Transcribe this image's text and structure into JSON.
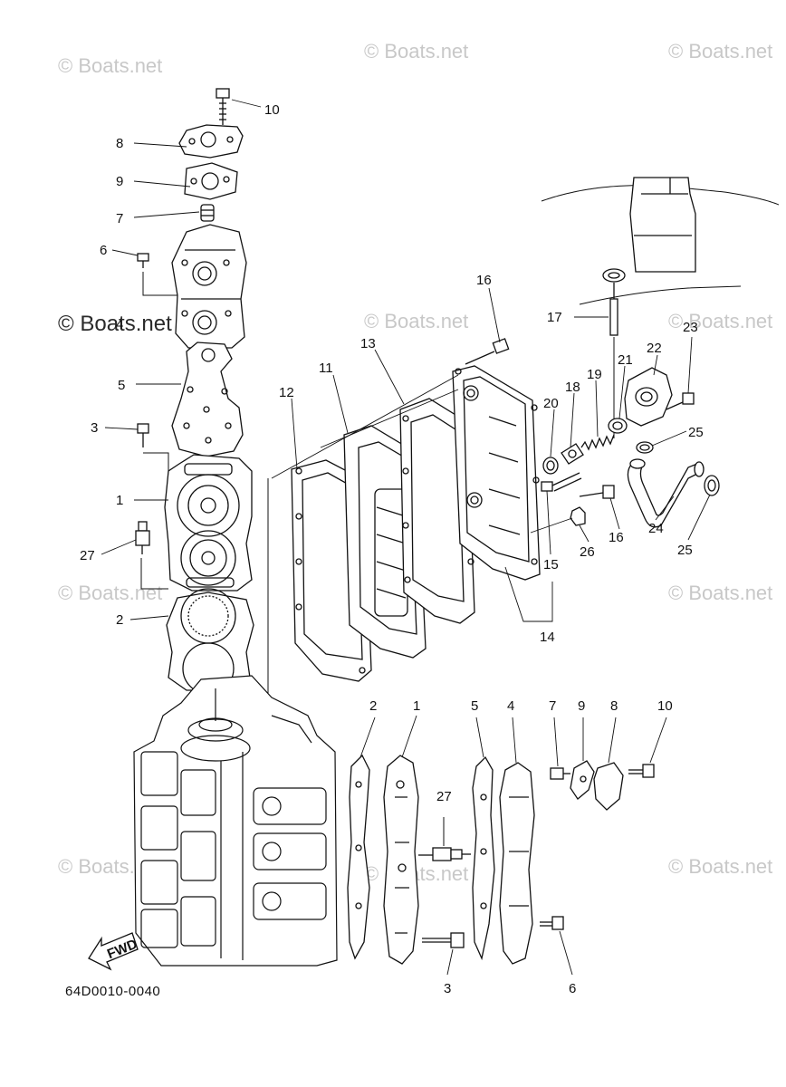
{
  "watermark": {
    "text": "© Boats.net"
  },
  "diagram_code": "64D0010-0040",
  "fwd_label": "FWD",
  "callouts": {
    "c10a": "10",
    "c8a": "8",
    "c9a": "9",
    "c7a": "7",
    "c6a": "6",
    "c4a": "4",
    "c5a": "5",
    "c3a": "3",
    "c1a": "1",
    "c27a": "27",
    "c2a": "2",
    "c12": "12",
    "c11": "11",
    "c13": "13",
    "c16a": "16",
    "c17": "17",
    "c18": "18",
    "c19": "19",
    "c20": "20",
    "c21": "21",
    "c22": "22",
    "c23": "23",
    "c25a": "25",
    "c26": "26",
    "c16b": "16",
    "c24": "24",
    "c25b": "25",
    "c15": "15",
    "c14": "14",
    "c2b": "2",
    "c1b": "1",
    "c5b": "5",
    "c4b": "4",
    "c7b": "7",
    "c9b": "9",
    "c8b": "8",
    "c10b": "10",
    "c27b": "27",
    "c3b": "3",
    "c6b": "6"
  }
}
